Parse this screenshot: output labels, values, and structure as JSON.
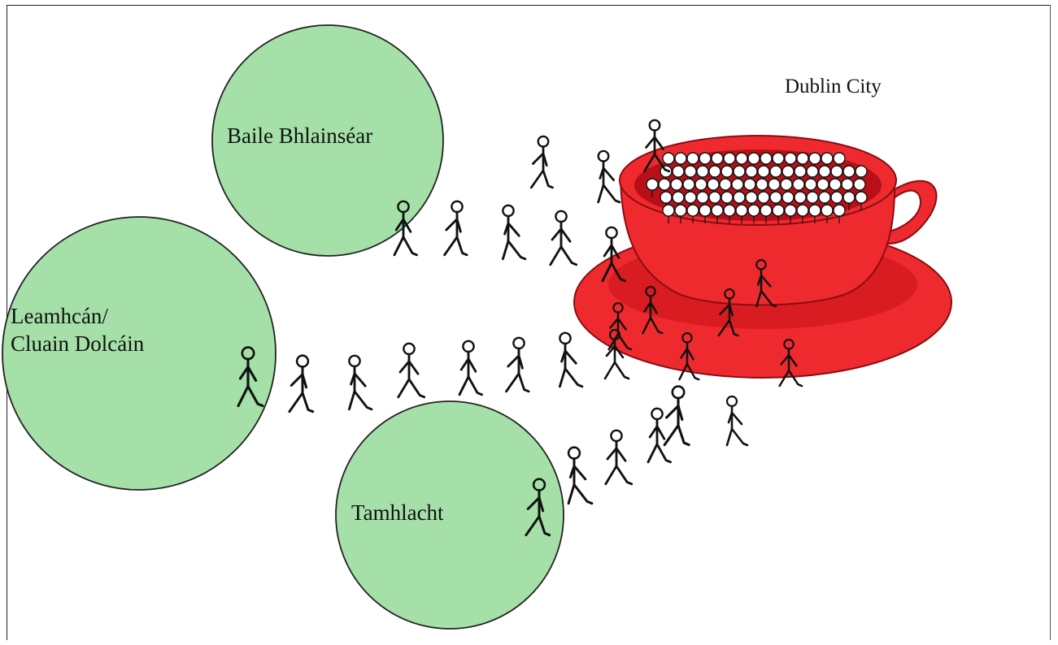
{
  "labels": {
    "baile": "Baile Bhlainséar",
    "leamhcan_line1": "Leamhcán/",
    "leamhcan_line2": "Cluain Dolcáin",
    "tamhlacht": "Tamhlacht",
    "dublin": "Dublin City"
  },
  "colors": {
    "circle_fill": "#a4e0a8",
    "circle_stroke": "#222222",
    "cup_red": "#ef2a2f",
    "cup_dark": "#c8141c",
    "figure_ink": "#111111",
    "crowd_head_fill": "#ffffff"
  },
  "icons": {
    "figure": "walking-stick-figure-icon",
    "cup": "teacup-icon"
  }
}
